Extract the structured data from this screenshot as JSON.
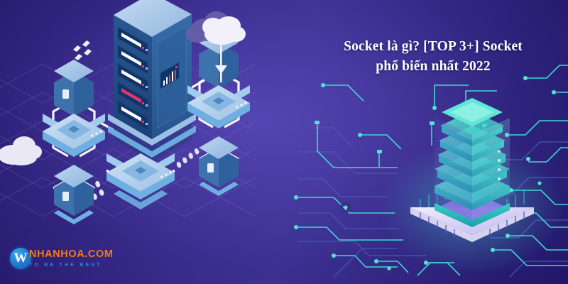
{
  "banner": {
    "headline": "Socket là gì? [TOP 3+] Socket phổ biến nhất 2022",
    "headline_line1": "Socket là gì? [TOP 3+] Socket",
    "headline_line2": "phổ biến nhất 2022",
    "background_colors": {
      "edge_navy": "#1b1160",
      "mid_purple": "#3b3190",
      "glow_purple": "#5646b4"
    }
  },
  "logo": {
    "monogram": "W",
    "name": "NHANHOA.COM",
    "tagline": "TO BE THE BEST",
    "colors": {
      "mark_blue": "#1f74c9",
      "name_orange": "#f07a1e",
      "tagline_blue": "#2a86d8"
    }
  },
  "illustration": {
    "left_scene": {
      "name": "isometric-datacenter",
      "server_rack": {
        "bays": 5,
        "active_bay_index": 4,
        "panel_icon": "bar-chart-icon",
        "colors": {
          "top": "#a9c6e8",
          "left_face": "#1f4f91",
          "right_face": "#2a5f9e",
          "bay": "#17407c",
          "indicator": "#ffffff",
          "alert": "#e8346f"
        }
      },
      "nodes": [
        {
          "name": "cube-top-left",
          "type": "cube"
        },
        {
          "name": "platform-mid-left",
          "type": "platform"
        },
        {
          "name": "cube-bottom-left",
          "type": "cube"
        },
        {
          "name": "cube-top-right",
          "type": "cube"
        },
        {
          "name": "platform-mid-right",
          "type": "platform"
        },
        {
          "name": "cube-bottom-right",
          "type": "cube"
        },
        {
          "name": "platform-center-bottom",
          "type": "platform"
        }
      ],
      "clouds": [
        {
          "name": "cloud-upload",
          "color": "#ffffff",
          "shadow": "#6a5fa8",
          "has_arrow": true
        },
        {
          "name": "cloud-left",
          "color": "#eceaf6",
          "has_arrow": false
        }
      ],
      "grid": {
        "style": "isometric-diamond",
        "color": "#6d63b4"
      }
    },
    "right_scene": {
      "name": "circuit-board-server",
      "server": {
        "layers": 6,
        "colors": {
          "teal_bright": "#4ee6d0",
          "teal_mid": "#2fc2bd",
          "slab": "#7a6fe0",
          "chip_base": "#e8e6f5"
        }
      },
      "traces": {
        "bright": "#3fd8cf",
        "dim": "#4a5bb0",
        "node_dot": "#4ee6d0"
      }
    }
  }
}
